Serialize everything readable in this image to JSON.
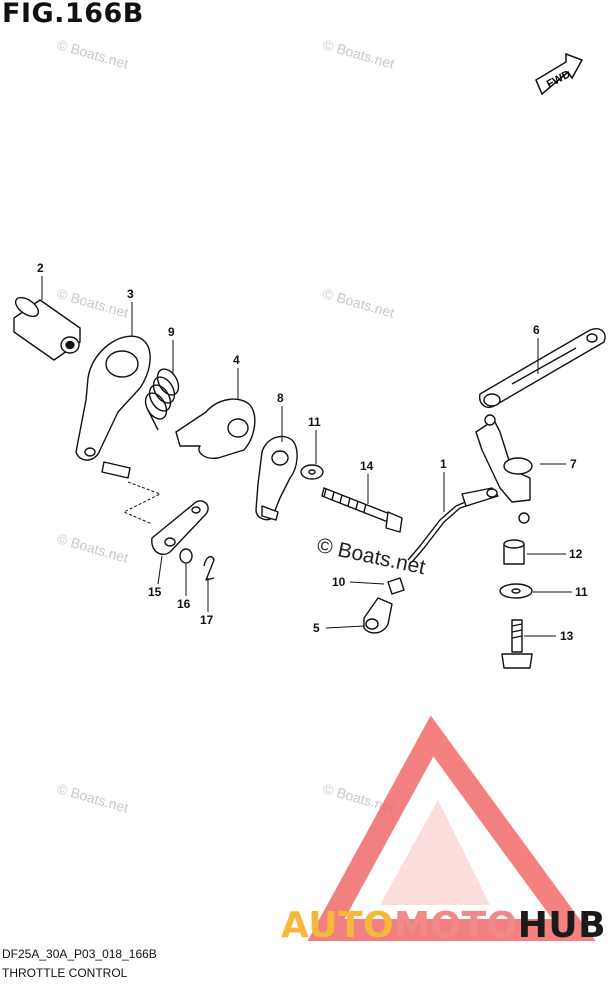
{
  "figure": {
    "title": "FIG.166B",
    "code": "DF25A_30A_P03_018_166B",
    "caption": "THROTTLE CONTROL"
  },
  "fwd_label": "FWD",
  "watermark": {
    "text": "© Boats.net",
    "main_text": "© Boats.net"
  },
  "callouts": [
    "2",
    "3",
    "9",
    "4",
    "8",
    "11",
    "14",
    "1",
    "6",
    "7",
    "12",
    "11",
    "13",
    "10",
    "5",
    "15",
    "16",
    "17"
  ],
  "brand": {
    "part_a": "AUTO",
    "part_b": "MOTO",
    "part_c": "HUB"
  },
  "colors": {
    "brand_yellow": "#f6b73c",
    "brand_pink": "#f08a88",
    "brand_dark": "#1a1a1a",
    "logo_triangle": "#f26a6a"
  }
}
